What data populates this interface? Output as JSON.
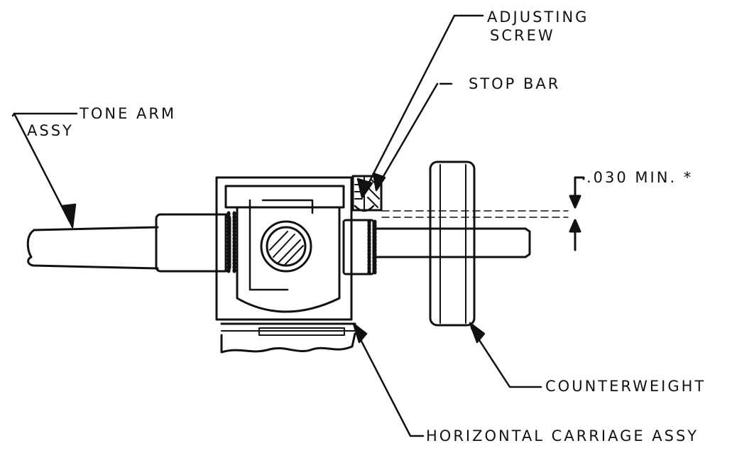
{
  "labels": {
    "adjusting_screw_line1": "ADJUSTING",
    "adjusting_screw_line2": "SCREW",
    "stop_bar": "STOP BAR",
    "tone_arm_line1": "TONE ARM",
    "tone_arm_line2": "ASSY",
    "clearance": ".030 MIN. *",
    "counterweight": "COUNTERWEIGHT",
    "horizontal_carriage": "HORIZONTAL CARRIAGE ASSY"
  },
  "colors": {
    "ink": "#111111",
    "paper": "#ffffff"
  }
}
